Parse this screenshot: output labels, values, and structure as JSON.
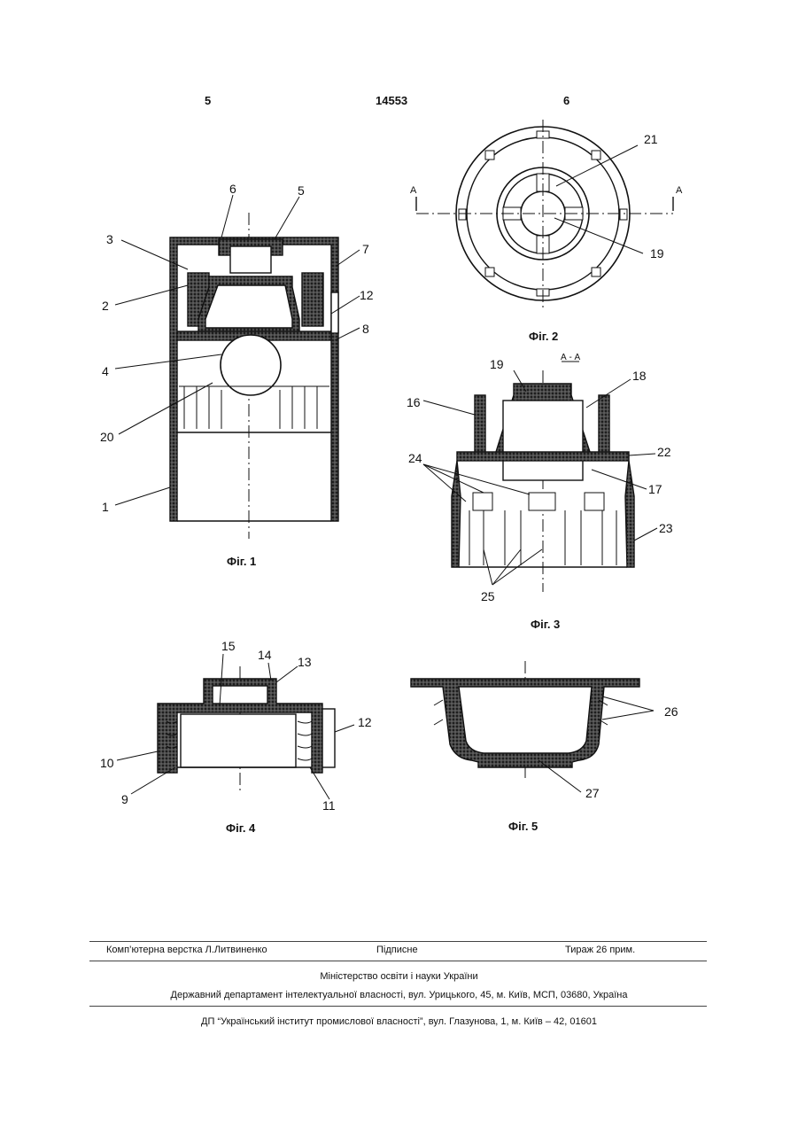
{
  "header": {
    "page_left": "5",
    "patent_no": "14553",
    "page_right": "6"
  },
  "figures": {
    "fig1": {
      "caption": "Фіг. 1",
      "labels": {
        "l1": "1",
        "l2": "2",
        "l3": "3",
        "l4": "4",
        "l5": "5",
        "l6": "6",
        "l7": "7",
        "l8": "8",
        "l12": "12",
        "l20": "20"
      }
    },
    "fig2": {
      "caption": "Фіг. 2",
      "labels": {
        "l19": "19",
        "l21": "21",
        "a_left": "A",
        "a_right": "A"
      }
    },
    "fig3": {
      "caption": "Фіг. 3",
      "section": "А - А",
      "labels": {
        "l16": "16",
        "l17": "17",
        "l18": "18",
        "l19": "19",
        "l22": "22",
        "l23": "23",
        "l24": "24",
        "l25": "25"
      }
    },
    "fig4": {
      "caption": "Фіг. 4",
      "labels": {
        "l9": "9",
        "l10": "10",
        "l11": "11",
        "l12": "12",
        "l13": "13",
        "l14": "14",
        "l15": "15"
      }
    },
    "fig5": {
      "caption": "Фіг. 5",
      "labels": {
        "l26": "26",
        "l27": "27"
      }
    }
  },
  "footer": {
    "layout": "Комп’ютерна верстка Л.Литвиненко",
    "signed": "Підписне",
    "circulation": "Тираж 26 прим.",
    "ministry": "Міністерство освіти і науки України",
    "department": "Державний департамент інтелектуальної власності, вул. Урицького, 45, м. Київ, МСП, 03680, Україна",
    "institute": "ДП “Український інститут промислової власності”, вул. Глазунова, 1, м. Київ – 42, 01601"
  }
}
